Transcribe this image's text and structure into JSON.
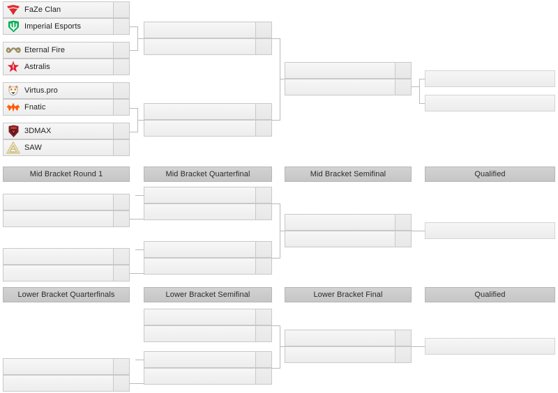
{
  "bracket": {
    "upper": {
      "round1": [
        {
          "top": {
            "team": "FaZe Clan",
            "logo": "faze-logo",
            "score": ""
          },
          "bot": {
            "team": "Imperial Esports",
            "logo": "imperial-logo",
            "score": ""
          }
        },
        {
          "top": {
            "team": "Eternal Fire",
            "logo": "eternalfire-logo",
            "score": ""
          },
          "bot": {
            "team": "Astralis",
            "logo": "astralis-logo",
            "score": ""
          }
        },
        {
          "top": {
            "team": "Virtus.pro",
            "logo": "virtuspro-logo",
            "score": ""
          },
          "bot": {
            "team": "Fnatic",
            "logo": "fnatic-logo",
            "score": ""
          }
        },
        {
          "top": {
            "team": "3DMAX",
            "logo": "3dmax-logo",
            "score": ""
          },
          "bot": {
            "team": "SAW",
            "logo": "saw-logo",
            "score": ""
          }
        }
      ],
      "quarterfinals": [
        {
          "top": {
            "team": "",
            "score": ""
          },
          "bot": {
            "team": "",
            "score": ""
          }
        },
        {
          "top": {
            "team": "",
            "score": ""
          },
          "bot": {
            "team": "",
            "score": ""
          }
        }
      ],
      "semifinal": [
        {
          "top": {
            "team": "",
            "score": ""
          },
          "bot": {
            "team": "",
            "score": ""
          }
        }
      ],
      "qualified": [
        {
          "team": ""
        },
        {
          "team": ""
        }
      ]
    },
    "mid": {
      "headers": [
        "Mid Bracket Round 1",
        "Mid Bracket Quarterfinal",
        "Mid Bracket Semifinal",
        "Qualified"
      ],
      "round1": [
        {
          "top": {
            "team": "",
            "score": ""
          },
          "bot": {
            "team": "",
            "score": ""
          }
        },
        {
          "top": {
            "team": "",
            "score": ""
          },
          "bot": {
            "team": "",
            "score": ""
          }
        }
      ],
      "quarterfinals": [
        {
          "top": {
            "team": "",
            "score": ""
          },
          "bot": {
            "team": "",
            "score": ""
          }
        },
        {
          "top": {
            "team": "",
            "score": ""
          },
          "bot": {
            "team": "",
            "score": ""
          }
        }
      ],
      "semifinal": [
        {
          "top": {
            "team": "",
            "score": ""
          },
          "bot": {
            "team": "",
            "score": ""
          }
        }
      ],
      "qualified": [
        {
          "team": ""
        }
      ]
    },
    "lower": {
      "headers": [
        "Lower Bracket Quarterfinals",
        "Lower Bracket Semifinal",
        "Lower Bracket Final",
        "Qualified"
      ],
      "quarterfinals": [
        {
          "top": {
            "team": "",
            "score": ""
          },
          "bot": {
            "team": "",
            "score": ""
          }
        }
      ],
      "semifinals": [
        {
          "top": {
            "team": "",
            "score": ""
          },
          "bot": {
            "team": "",
            "score": ""
          }
        },
        {
          "top": {
            "team": "",
            "score": ""
          },
          "bot": {
            "team": "",
            "score": ""
          }
        }
      ],
      "final": [
        {
          "top": {
            "team": "",
            "score": ""
          },
          "bot": {
            "team": "",
            "score": ""
          }
        }
      ],
      "qualified": [
        {
          "team": ""
        }
      ]
    }
  },
  "colors": {
    "faze": "#e8282b",
    "imperial": "#00b050",
    "eternalfire": "#9a8f63",
    "astralis": "#e21b2c",
    "virtuspro": "#f07f1a",
    "fnatic": "#ff5900",
    "3dmax": "#7d1f28",
    "saw": "#d9c98a",
    "row_border": "#c8c8c8",
    "header_bg": "#cccccc",
    "connector": "#b9b9b9"
  }
}
